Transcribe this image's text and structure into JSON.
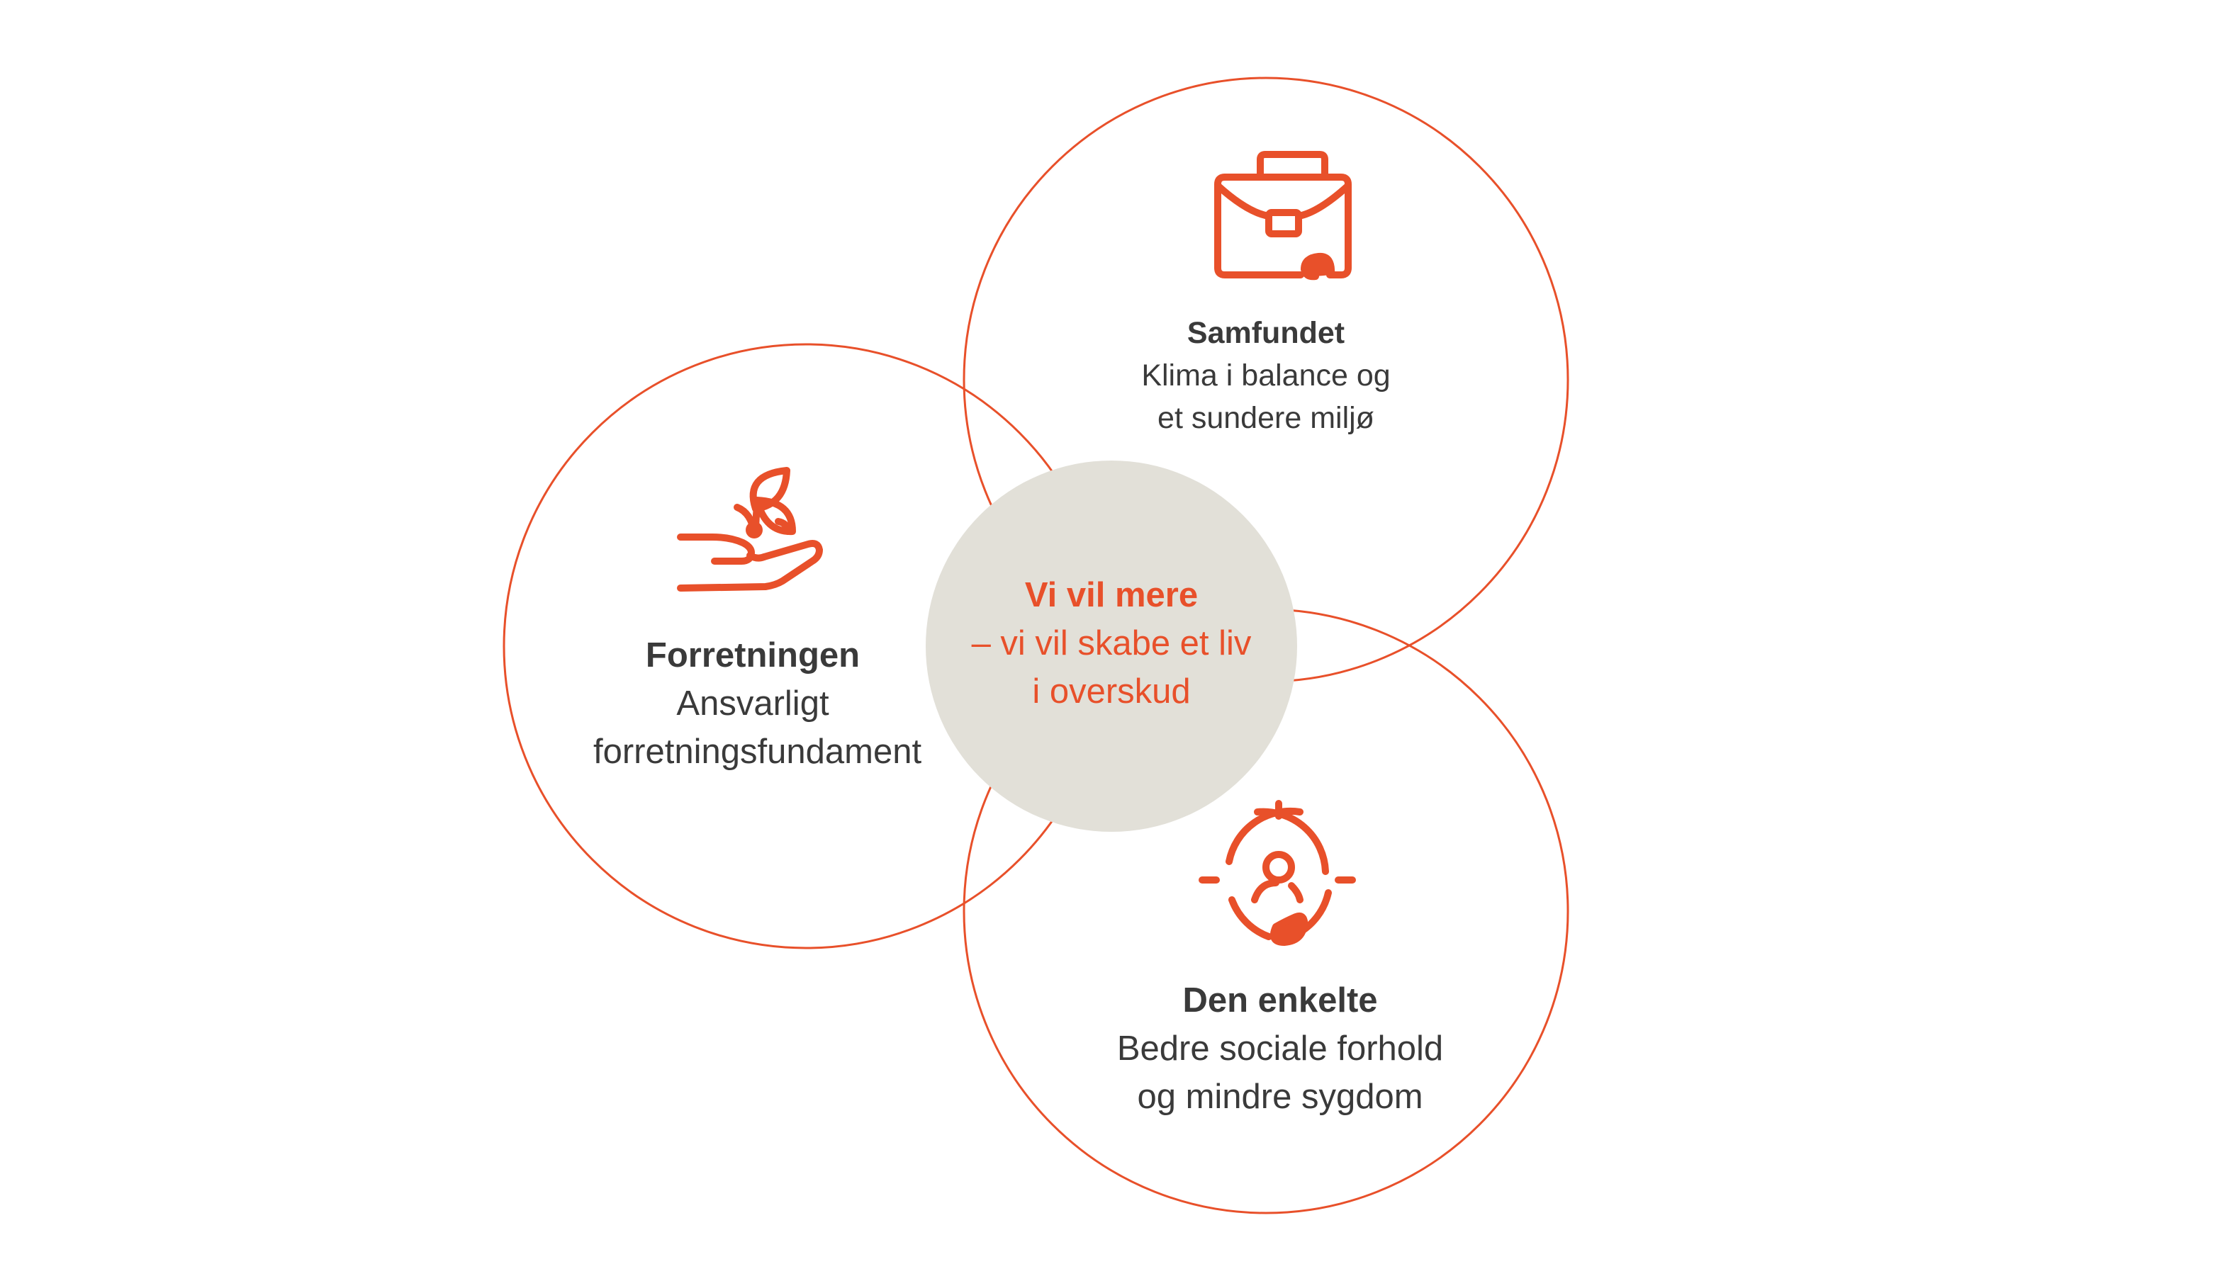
{
  "colors": {
    "accent": "#e8502a",
    "center_fill": "#e2e0d8",
    "text": "#3a3a3a",
    "background": "#ffffff"
  },
  "center": {
    "title": "Vi vil mere",
    "line1": "– vi vil skabe et liv",
    "line2": "i overskud"
  },
  "circles": {
    "samfundet": {
      "title": "Samfundet",
      "line1": "Klima i balance og",
      "line2": "et sundere miljø",
      "icon": "briefcase-icon"
    },
    "forretningen": {
      "title": "Forretningen",
      "line1": "Ansvarligt",
      "line2": "forretningsfundament",
      "icon": "hand-sprout-icon"
    },
    "den_enkelte": {
      "title": "Den enkelte",
      "line1": "Bedre sociale forhold",
      "line2": "og mindre sygdom",
      "icon": "person-target-icon"
    }
  }
}
